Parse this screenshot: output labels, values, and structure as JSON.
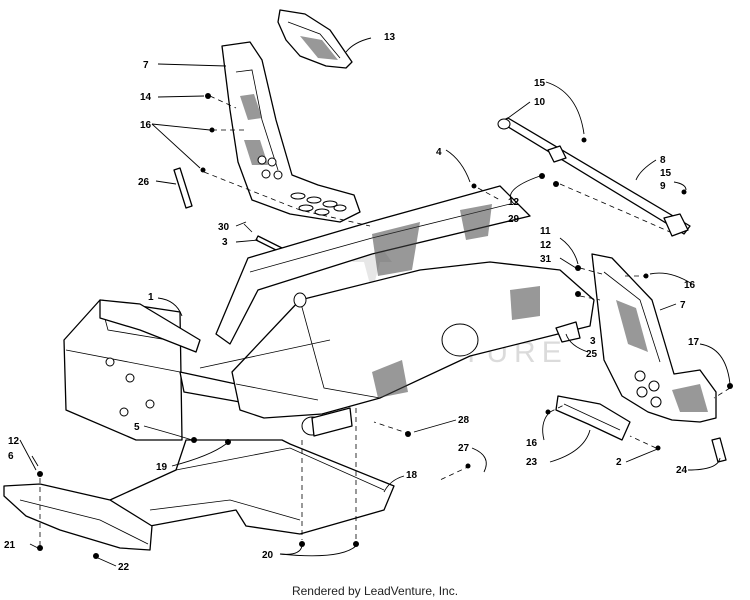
{
  "diagram": {
    "callouts": [
      {
        "id": "c13",
        "text": "13"
      },
      {
        "id": "c7a",
        "text": "7"
      },
      {
        "id": "c14",
        "text": "14"
      },
      {
        "id": "c16a",
        "text": "16"
      },
      {
        "id": "c26",
        "text": "26"
      },
      {
        "id": "c30",
        "text": "30"
      },
      {
        "id": "c3a",
        "text": "3"
      },
      {
        "id": "c4",
        "text": "4"
      },
      {
        "id": "c15a",
        "text": "15"
      },
      {
        "id": "c10",
        "text": "10"
      },
      {
        "id": "c8",
        "text": "8"
      },
      {
        "id": "c15b",
        "text": "15"
      },
      {
        "id": "c9",
        "text": "9"
      },
      {
        "id": "c12a",
        "text": "12"
      },
      {
        "id": "c29",
        "text": "29"
      },
      {
        "id": "c11",
        "text": "11"
      },
      {
        "id": "c12b",
        "text": "12"
      },
      {
        "id": "c31",
        "text": "31"
      },
      {
        "id": "c16b",
        "text": "16"
      },
      {
        "id": "c7b",
        "text": "7"
      },
      {
        "id": "c3b",
        "text": "3"
      },
      {
        "id": "c25",
        "text": "25"
      },
      {
        "id": "c17",
        "text": "17"
      },
      {
        "id": "c1",
        "text": "1"
      },
      {
        "id": "c28",
        "text": "28"
      },
      {
        "id": "c27",
        "text": "27"
      },
      {
        "id": "c16c",
        "text": "16"
      },
      {
        "id": "c23",
        "text": "23"
      },
      {
        "id": "c2",
        "text": "2"
      },
      {
        "id": "c24",
        "text": "24"
      },
      {
        "id": "c5",
        "text": "5"
      },
      {
        "id": "c19",
        "text": "19"
      },
      {
        "id": "c12c",
        "text": "12"
      },
      {
        "id": "c6",
        "text": "6"
      },
      {
        "id": "c18",
        "text": "18"
      },
      {
        "id": "c21",
        "text": "21"
      },
      {
        "id": "c22",
        "text": "22"
      },
      {
        "id": "c20",
        "text": "20"
      }
    ],
    "watermark": "LEADVENTURE"
  },
  "footer": {
    "text": "Rendered by LeadVenture, Inc."
  }
}
